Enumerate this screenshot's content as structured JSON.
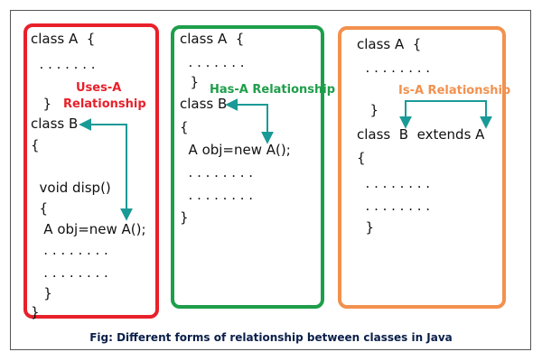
{
  "colors": {
    "uses": "#e8202a",
    "has": "#1e9e4a",
    "is": "#f2914e",
    "arrow": "#1a9a96"
  },
  "panels": {
    "uses": {
      "label_line1": "Uses-A",
      "label_line2": "Relationship",
      "lines": [
        "class A  {",
        "  . . . . . . .",
        "  }",
        "class B",
        "{",
        "  void disp()",
        "  {",
        "   A obj=new A();",
        "   . . . . . . . .",
        "   . . . . . . . .",
        "   }",
        "}"
      ]
    },
    "has": {
      "label": "Has-A Relationship",
      "lines": [
        "class A  {",
        "  . . . . . . .",
        "  }",
        "class B",
        "{",
        "  A obj=new A();",
        "  . . . . . . . .",
        "  . . . . . . . .",
        "}"
      ]
    },
    "is": {
      "label": "Is-A Relationship",
      "lines": [
        "class A  {",
        "  . . . . . . . .",
        "  }",
        "class  B  extends A",
        "{",
        "  . . . . . . . .",
        "  . . . . . . . .",
        "  }"
      ]
    }
  },
  "caption": "Fig: Different forms of relationship between classes in Java"
}
